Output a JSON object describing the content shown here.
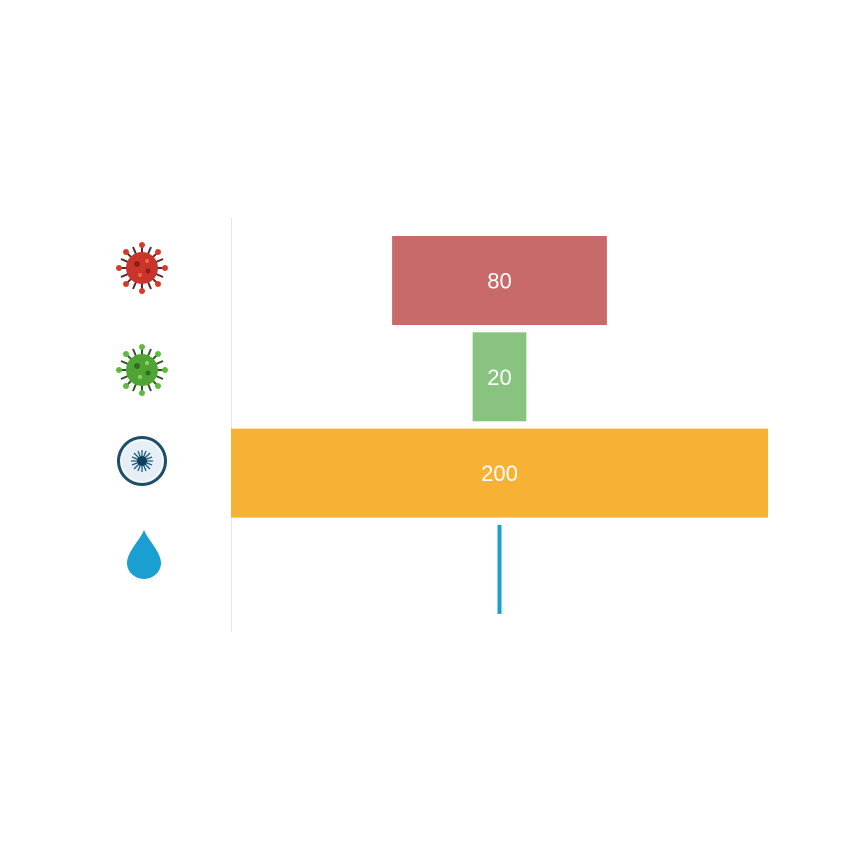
{
  "chart_data": {
    "type": "bar",
    "orientation": "horizontal",
    "alignment": "centered",
    "categories": [
      "red-virus-icon",
      "green-virus-icon",
      "blue-cell-icon",
      "water-drop-icon"
    ],
    "values": [
      80,
      20,
      200,
      1
    ],
    "labels": [
      "80",
      "20",
      "200",
      ""
    ],
    "colors": [
      "#c86a6a",
      "#88c47f",
      "#f7b236",
      "#1a9fd3"
    ],
    "xlim": [
      0,
      200
    ],
    "grid": false,
    "legend": "none"
  }
}
